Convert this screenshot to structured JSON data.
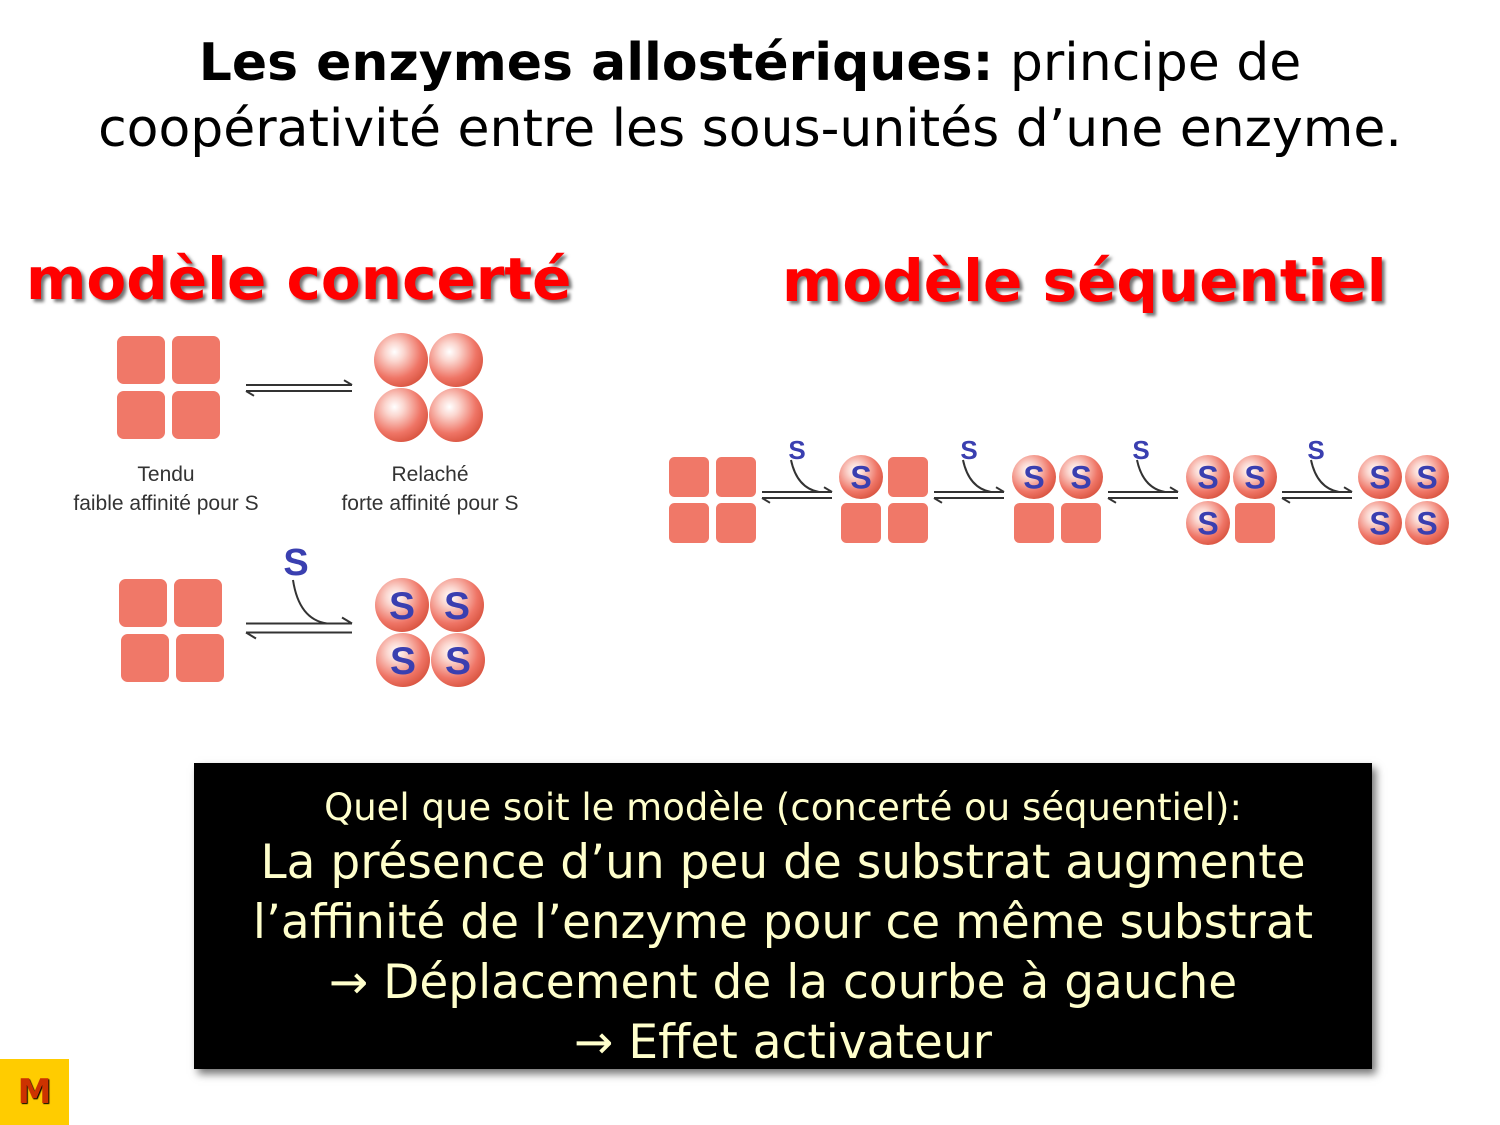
{
  "title": {
    "bold": "Les enzymes allostériques:",
    "rest": " principe de",
    "line2": "coopérativité entre les sous-unités d’une enzyme."
  },
  "concerte": {
    "heading": "modèle concerté",
    "tense_label": "Tendu",
    "tense_sub": "faible affinité pour S",
    "relaxed_label": "Relaché",
    "relaxed_sub": "forte affinité pour S",
    "substrate": "S"
  },
  "sequentiel": {
    "heading": "modèle séquentiel",
    "substrate": "S"
  },
  "summary": {
    "line1": "Quel que soit le modèle (concerté ou séquentiel):",
    "line2": "La présence d’un peu de substrat augmente",
    "line3": "l’affinité de l’enzyme pour ce même substrat",
    "line4": "→ Déplacement de la courbe à gauche",
    "line5": "→ Effet activateur"
  },
  "badge": "M",
  "colors": {
    "heading": "#ff0000",
    "subunit": "#f07868",
    "substrate_letter": "#3a3fb0",
    "summary_bg": "#000000",
    "summary_text": "#ffffcc",
    "badge_bg": "#ffcc00"
  }
}
